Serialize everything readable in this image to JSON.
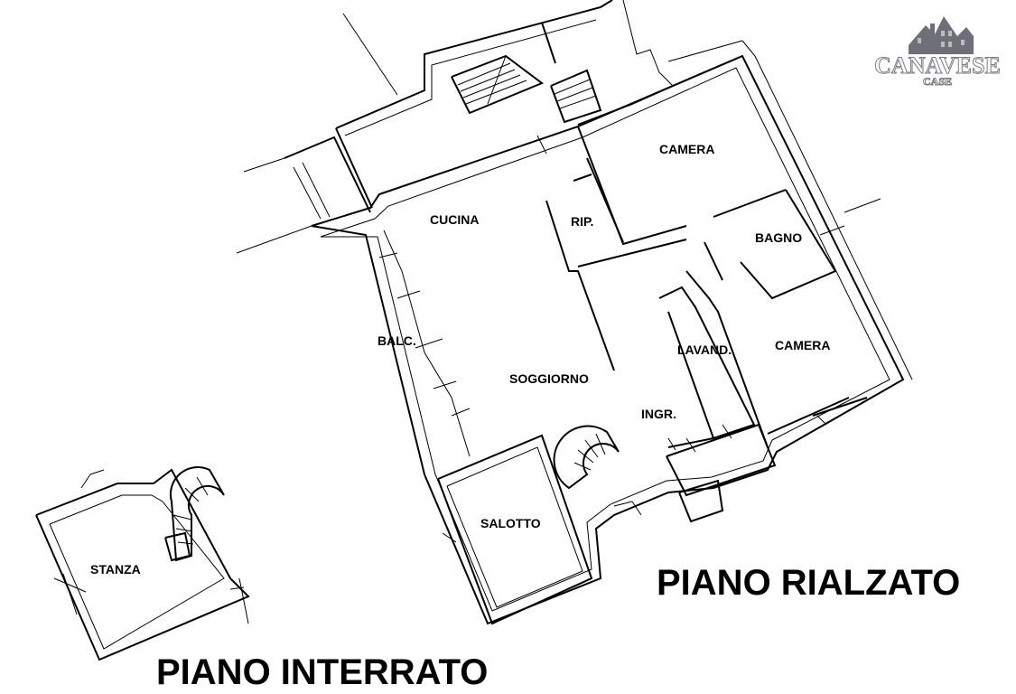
{
  "logo": {
    "name": "CANAVESE",
    "sub": "CASE",
    "colors": {
      "house": "#6e6f78",
      "accent": "#9a8f92"
    }
  },
  "rooms": {
    "camera_top": "CAMERA",
    "cucina": "CUCINA",
    "rip": "RIP.",
    "bagno": "BAGNO",
    "balc": "BALC.",
    "lavand": "LAVAND.",
    "camera_right": "CAMERA",
    "soggiorno": "SOGGIORNO",
    "ingr": "INGR.",
    "salotto": "SALOTTO",
    "stanza": "STANZA"
  },
  "titles": {
    "rialzato": "PIANO RIALZATO",
    "interrato": "PIANO INTERRATO"
  }
}
